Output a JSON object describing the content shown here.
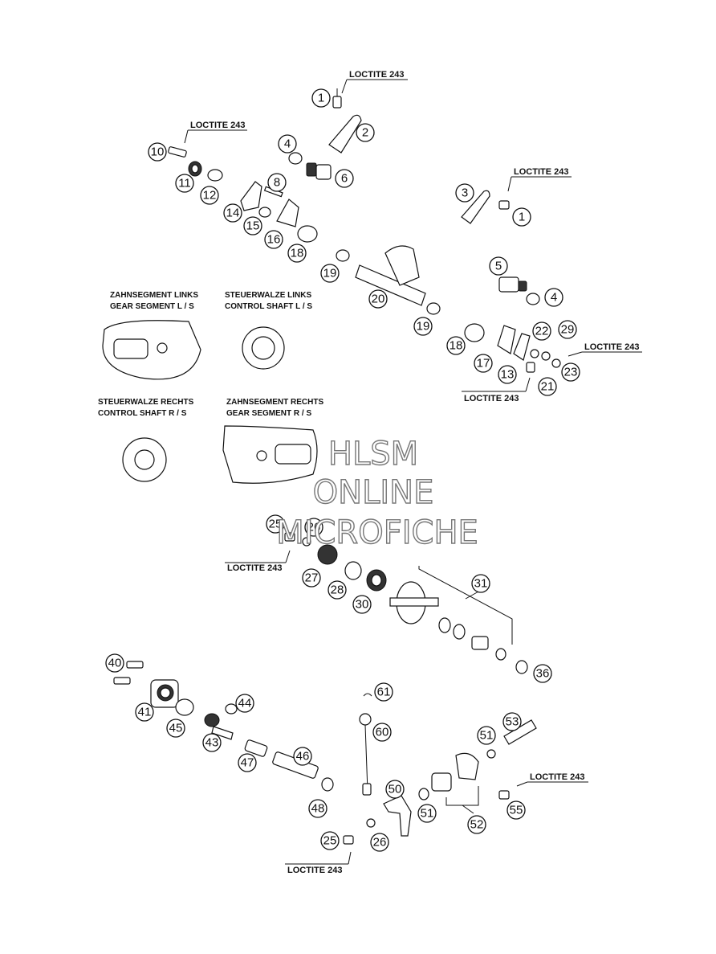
{
  "watermark": {
    "line1": "HLSM",
    "line2": "ONLINE",
    "line3": "MICROFICHE"
  },
  "inset_captions": {
    "gear_segment_left": {
      "line1": "ZAHNSEGMENT LINKS",
      "line2": "GEAR SEGMENT L / S"
    },
    "control_shaft_left": {
      "line1": "STEUERWALZE LINKS",
      "line2": "CONTROL SHAFT L / S"
    },
    "control_shaft_right": {
      "line1": "STEUERWALZE RECHTS",
      "line2": "CONTROL SHAFT R / S"
    },
    "gear_segment_right": {
      "line1": "ZAHNSEGMENT RECHTS",
      "line2": "GEAR SEGMENT R / S"
    }
  },
  "loctite_labels": [
    "LOCTITE 243",
    "LOCTITE 243",
    "LOCTITE 243",
    "LOCTITE 243",
    "LOCTITE 243",
    "LOCTITE 243",
    "LOCTITE 243",
    "LOCTITE 243"
  ],
  "callouts": [
    "1",
    "2",
    "4",
    "10",
    "11",
    "12",
    "6",
    "8",
    "14",
    "15",
    "16",
    "3",
    "1",
    "18",
    "19",
    "20",
    "5",
    "4",
    "19",
    "18",
    "17",
    "13",
    "22",
    "29",
    "21",
    "23",
    "25",
    "26",
    "27",
    "28",
    "30",
    "31",
    "36",
    "40",
    "41",
    "45",
    "43",
    "44",
    "47",
    "46",
    "48",
    "61",
    "60",
    "53",
    "51",
    "50",
    "51",
    "52",
    "55",
    "25",
    "26"
  ]
}
